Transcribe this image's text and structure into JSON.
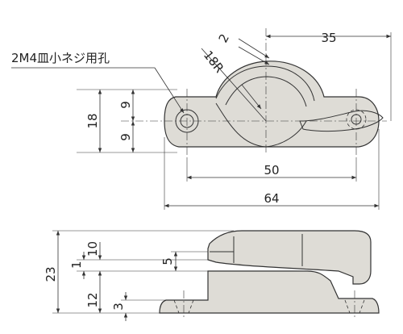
{
  "top_view": {
    "hole_note": "2M4皿小ネジ用孔",
    "dims": {
      "overall_width": "64",
      "hole_spacing": "50",
      "offset_right": "35",
      "overall_height": "18",
      "upper_half": "9",
      "lower_half": "9",
      "radius": "18R",
      "gap": "2"
    }
  },
  "side_view": {
    "dims": {
      "overall_height": "23",
      "upper_height": "10",
      "gap": "1",
      "lower_height": "12",
      "step": "5",
      "base_thickness": "3"
    }
  },
  "colors": {
    "body": "#dedcd6",
    "line": "#333333"
  }
}
